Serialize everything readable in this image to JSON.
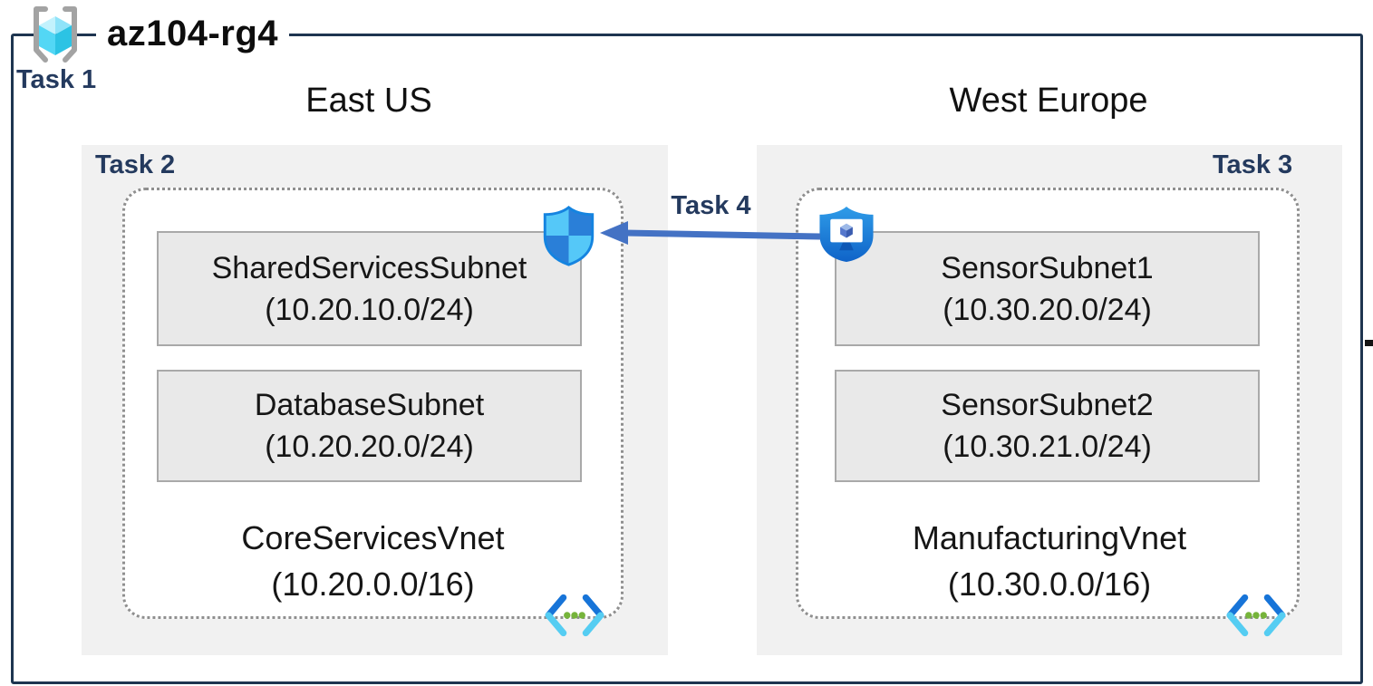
{
  "resource_group": {
    "name": "az104-rg4",
    "task_label": "Task 1"
  },
  "regions": [
    {
      "name": "East US",
      "task_label": "Task 2",
      "vnet": {
        "name": "CoreServicesVnet",
        "cidr": "(10.20.0.0/16)",
        "subnets": [
          {
            "name": "SharedServicesSubnet",
            "cidr": "(10.20.10.0/24)"
          },
          {
            "name": "DatabaseSubnet",
            "cidr": "(10.20.20.0/24)"
          }
        ]
      }
    },
    {
      "name": "West Europe",
      "task_label": "Task 3",
      "vnet": {
        "name": "ManufacturingVnet",
        "cidr": "(10.30.0.0/16)",
        "subnets": [
          {
            "name": "SensorSubnet1",
            "cidr": "(10.30.20.0/24)"
          },
          {
            "name": "SensorSubnet2",
            "cidr": "(10.30.21.0/24)"
          }
        ]
      }
    }
  ],
  "connection": {
    "task_label": "Task 4",
    "from_region": "West Europe",
    "to_region": "East US",
    "direction": "left"
  },
  "icons": {
    "resource_group": "resource-group-brackets-cube-icon",
    "security_shield": "defender-shield-icon",
    "shield_monitor": "shield-monitor-icon",
    "virtual_network_east": "virtual-network-icon",
    "virtual_network_west": "virtual-network-icon"
  },
  "colors": {
    "navy": "#243a5e",
    "border-navy": "#1e3550",
    "arrow-blue": "#4472c4",
    "region-bg": "#f1f1f1",
    "subnet-bg": "#e9e9e9",
    "subnet-border": "#a9a9a9",
    "dotted": "#8f8f8f",
    "cube-cyan": "#53d7f5",
    "shield-light": "#55c8f8",
    "shield-blue": "#2a7fd8",
    "vnet-dot-green": "#76b43b"
  }
}
